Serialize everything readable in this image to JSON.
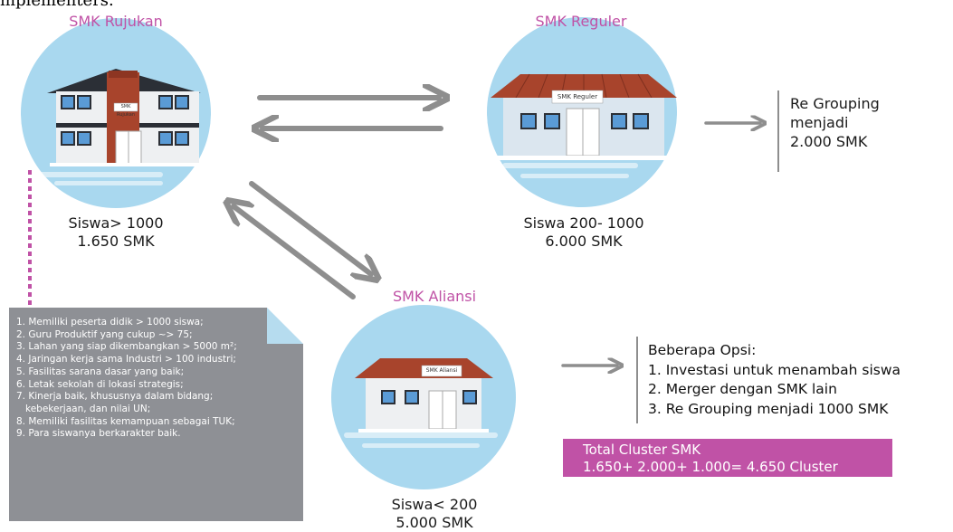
{
  "top_clip": "mplementers.",
  "nodes": {
    "rujukan": {
      "title": "SMK Rujukan",
      "stat1": "Siswa> 1000",
      "stat2": "1.650 SMK",
      "sign": "SMK Rujukan"
    },
    "reguler": {
      "title": "SMK Reguler",
      "stat1": "Siswa 200- 1000",
      "stat2": "6.000 SMK",
      "sign": "SMK Reguler"
    },
    "aliansi": {
      "title": "SMK Aliansi",
      "stat1": "Siswa< 200",
      "stat2": "5.000 SMK",
      "sign": "SMK Aliansi"
    }
  },
  "criteria": {
    "items": [
      "1. Memiliki peserta didik > 1000 siswa;",
      "2. Guru Produktif yang cukup ~> 75;",
      "3. Lahan yang siap dikembangkan > 5000 m²;",
      "4. Jaringan kerja sama Industri > 100 industri;",
      "5. Fasilitas sarana dasar yang baik;",
      "6. Letak sekolah di lokasi strategis;",
      "7. Kinerja baik, khususnya dalam bidang;",
      "   kebekerjaan, dan nilai UN;",
      "8. Memiliki fasilitas kemampuan sebagai TUK;",
      "9. Para siswanya berkarakter baik."
    ]
  },
  "regrouping": {
    "line1": "Re Grouping",
    "line2": "menjadi",
    "line3": "2.000 SMK"
  },
  "options": {
    "heading": "Beberapa Opsi:",
    "items": [
      "1. Investasi untuk menambah siswa",
      "2. Merger dengan SMK lain",
      "3. Re Grouping menjadi 1000 SMK"
    ]
  },
  "total": {
    "label": "Total Cluster SMK",
    "formula": "1.650+ 2.000+ 1.000= 4.650 Cluster"
  },
  "colors": {
    "accent": "#c052a6",
    "circle": "#a9d8ef",
    "arrow": "#8e8e8e",
    "note_bg": "#8e9095",
    "roof": "#a8442c"
  }
}
